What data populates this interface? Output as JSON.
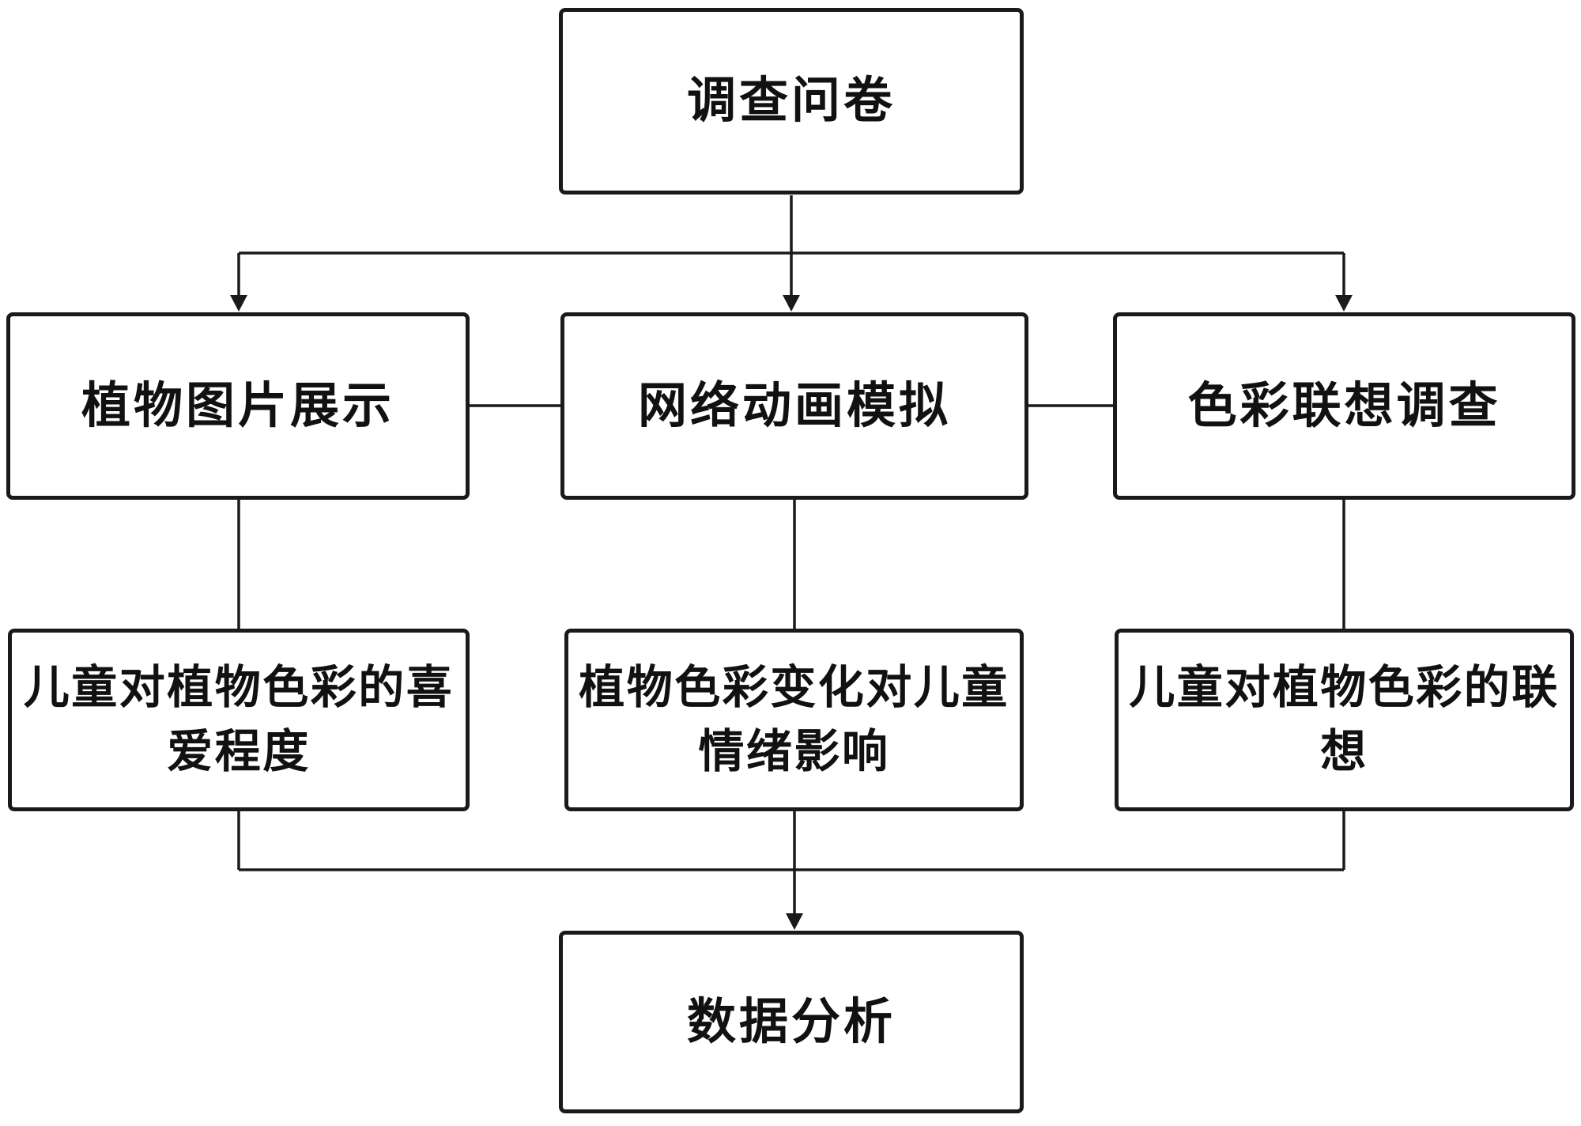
{
  "figure": {
    "background_color": "#ffffff",
    "line_color": "#1a1a1a",
    "text_color": "#111111"
  },
  "nodes": {
    "survey": {
      "label": "调查问卷"
    },
    "plant": {
      "label": "植物图片展示"
    },
    "animation": {
      "label": "网络动画模拟"
    },
    "color_assoc": {
      "label": "色彩联想调查"
    },
    "preference": {
      "label": "儿童对植物色彩的喜爱程度"
    },
    "emotion": {
      "label": "植物色彩变化对儿童情绪影响"
    },
    "association": {
      "label": "儿童对植物色彩的联想"
    },
    "analysis": {
      "label": "数据分析"
    }
  },
  "edges": [
    {
      "from": "调查问卷",
      "to": "植物图片展示",
      "type": "arrow"
    },
    {
      "from": "调查问卷",
      "to": "网络动画模拟",
      "type": "arrow"
    },
    {
      "from": "调查问卷",
      "to": "色彩联想调查",
      "type": "arrow"
    },
    {
      "from": "植物图片展示",
      "to": "网络动画模拟",
      "type": "line"
    },
    {
      "from": "网络动画模拟",
      "to": "色彩联想调查",
      "type": "line"
    },
    {
      "from": "植物图片展示",
      "to": "儿童对植物色彩的喜爱程度",
      "type": "line"
    },
    {
      "from": "网络动画模拟",
      "to": "植物色彩变化对儿童情绪影响",
      "type": "line"
    },
    {
      "from": "色彩联想调查",
      "to": "儿童对植物色彩的联想",
      "type": "line"
    },
    {
      "from": "儿童对植物色彩的喜爱程度",
      "to": "数据分析",
      "type": "arrow"
    },
    {
      "from": "植物色彩变化对儿童情绪影响",
      "to": "数据分析",
      "type": "arrow"
    },
    {
      "from": "儿童对植物色彩的联想",
      "to": "数据分析",
      "type": "arrow"
    }
  ]
}
